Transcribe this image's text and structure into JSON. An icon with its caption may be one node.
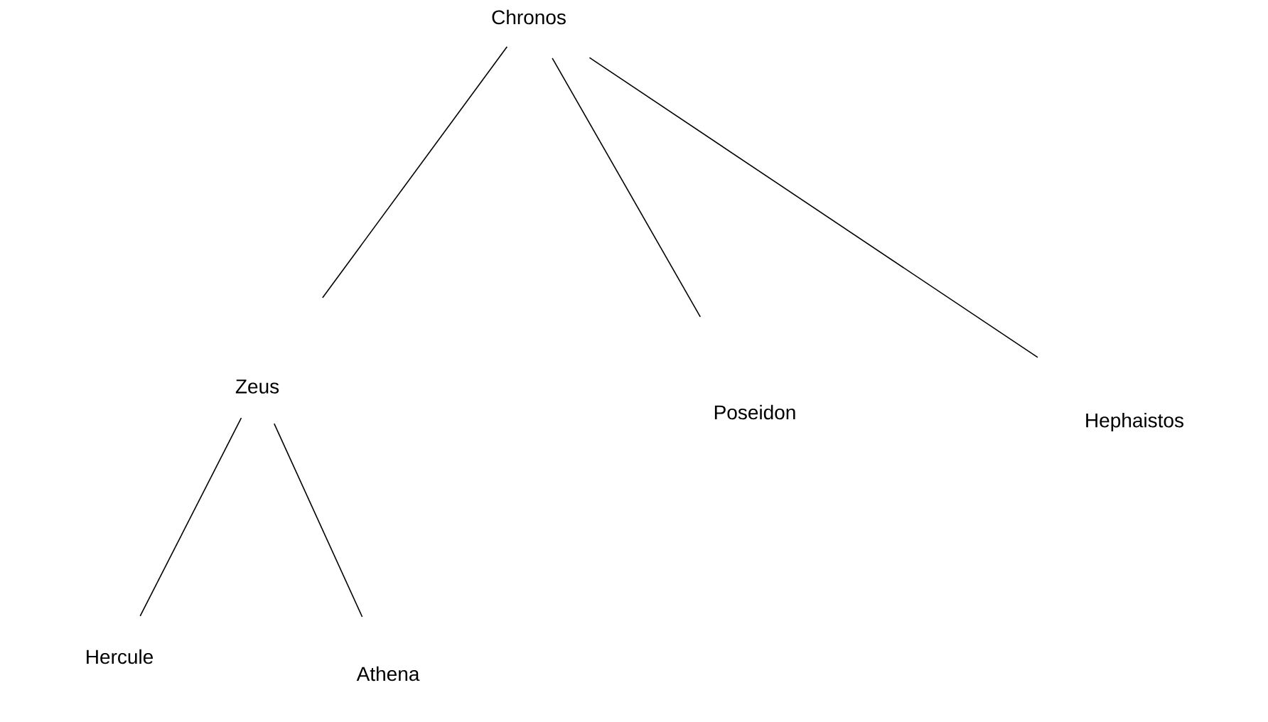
{
  "diagram": {
    "nodes": [
      {
        "text": [
          "Chronos"
        ]
      },
      {
        "text": [
          "Zeus"
        ]
      },
      {
        "text": [
          "Poseidon"
        ]
      },
      {
        "text": [
          "Hephaistos"
        ]
      },
      {
        "text": [
          "Hercule"
        ]
      },
      {
        "text": [
          "Athena"
        ]
      }
    ],
    "edges": [
      {
        "from": 0,
        "to": 1,
        "arrow": "none"
      },
      {
        "from": 0,
        "to": 2,
        "arrow": "none"
      },
      {
        "from": 0,
        "to": 3,
        "arrow": "none"
      },
      {
        "from": 1,
        "to": 4,
        "arrow": "none"
      },
      {
        "from": 1,
        "to": 5,
        "arrow": "none"
      }
    ]
  }
}
